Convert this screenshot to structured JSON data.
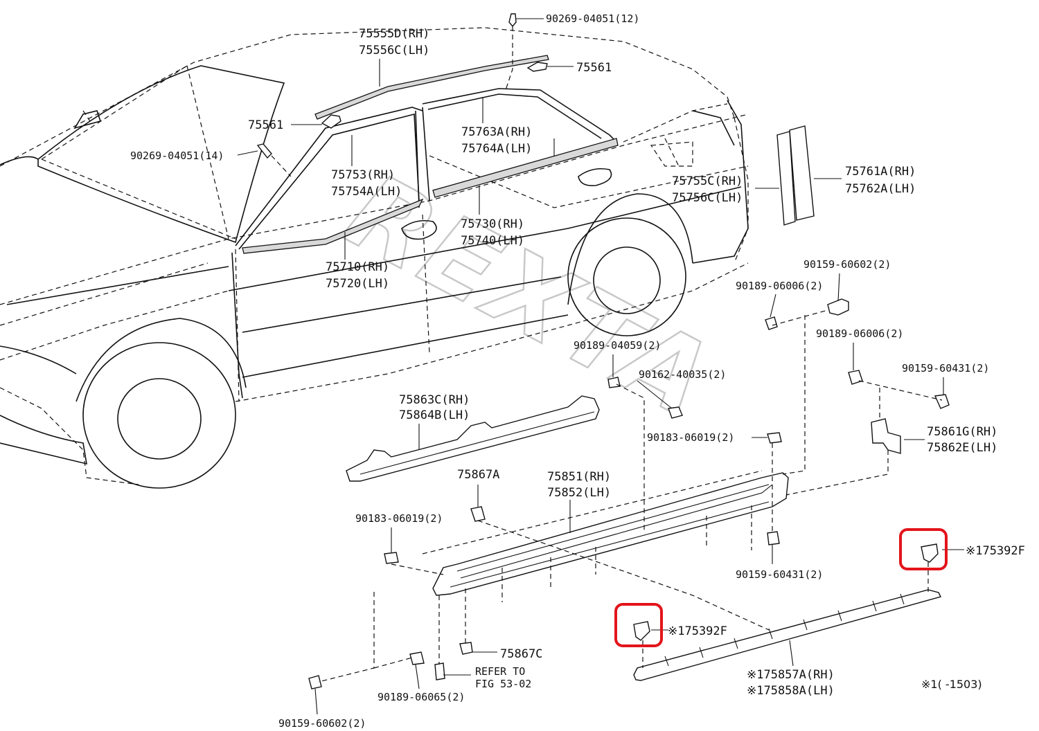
{
  "watermark": "REXTA",
  "labels": {
    "p90269_12": "90269-04051(12)",
    "p75555D": "75555D(RH)",
    "p75556C": "75556C(LH)",
    "p75561_top": "75561",
    "p75561_left": "75561",
    "p90269_14": "90269-04051(14)",
    "p75763A": "75763A(RH)",
    "p75764A": "75764A(LH)",
    "p75753": "75753(RH)",
    "p75754A": "75754A(LH)",
    "p75755C": "75755C(RH)",
    "p75756C": "75756C(LH)",
    "p75761A": "75761A(RH)",
    "p75762A": "75762A(LH)",
    "p75730": "75730(RH)",
    "p75740": "75740(LH)",
    "p75710": "75710(RH)",
    "p75720": "75720(LH)",
    "p90159_60602_top": "90159-60602(2)",
    "p90189_06006_a": "90189-06006(2)",
    "p90189_06006_b": "90189-06006(2)",
    "p90159_60431_right": "90159-60431(2)",
    "p90189_04059": "90189-04059(2)",
    "p90162_40035": "90162-40035(2)",
    "p75861G": "75861G(RH)",
    "p75862E": "75862E(LH)",
    "p75863C": "75863C(RH)",
    "p75864B": "75864B(LH)",
    "p90183_06019_a": "90183-06019(2)",
    "p75867A": "75867A",
    "p75851": "75851(RH)",
    "p75852": "75852(LH)",
    "p90183_06019_b": "90183-06019(2)",
    "p75392F_right": "※175392F",
    "p90159_60431_mid": "90159-60431(2)",
    "p75392F_mid": "※175392F",
    "p75867C": "75867C",
    "refer1": "REFER TO",
    "refer2": "FIG 53-02",
    "p90189_06065": "90189-06065(2)",
    "p75857A": "※175857A(RH)",
    "p75858A": "※175858A(LH)",
    "p90159_60602_bottom": "90159-60602(2)",
    "footnote": "※1(      -1503)"
  },
  "colors": {
    "line": "#111111",
    "highlight": "#e3141b",
    "watermark": "#c8c8c8"
  }
}
